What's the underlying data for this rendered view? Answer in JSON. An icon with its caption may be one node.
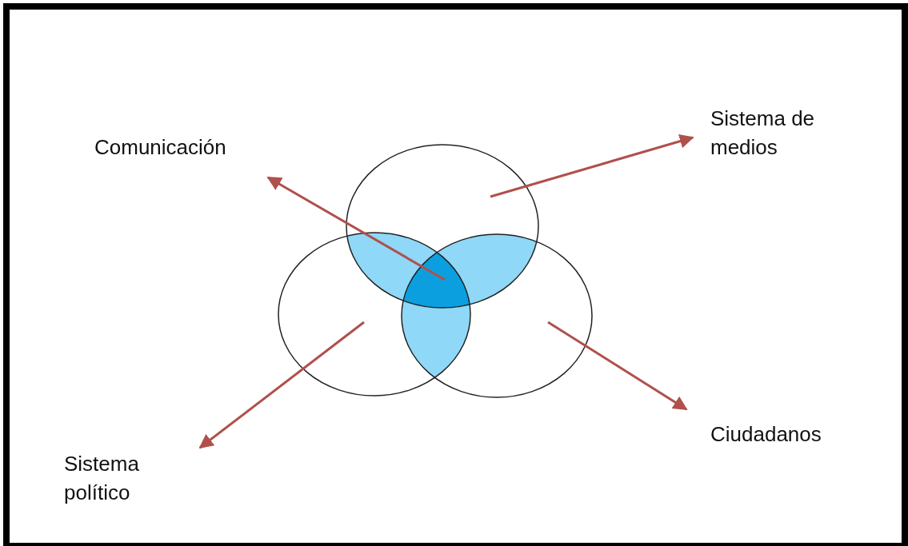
{
  "diagram": {
    "nodes": [
      {
        "text": [
          "Comunicación"
        ]
      },
      {
        "text": [
          "Sistema de medios"
        ]
      },
      {
        "text": [
          "Ciudadanos"
        ]
      },
      {
        "text": [
          "Sistema político"
        ]
      }
    ],
    "edges": [
      {
        "from": null,
        "to": 0,
        "arrow": "to"
      },
      {
        "from": null,
        "to": 1,
        "arrow": "to"
      },
      {
        "from": null,
        "to": 2,
        "arrow": "to"
      },
      {
        "from": null,
        "to": 3,
        "arrow": "to"
      }
    ]
  }
}
